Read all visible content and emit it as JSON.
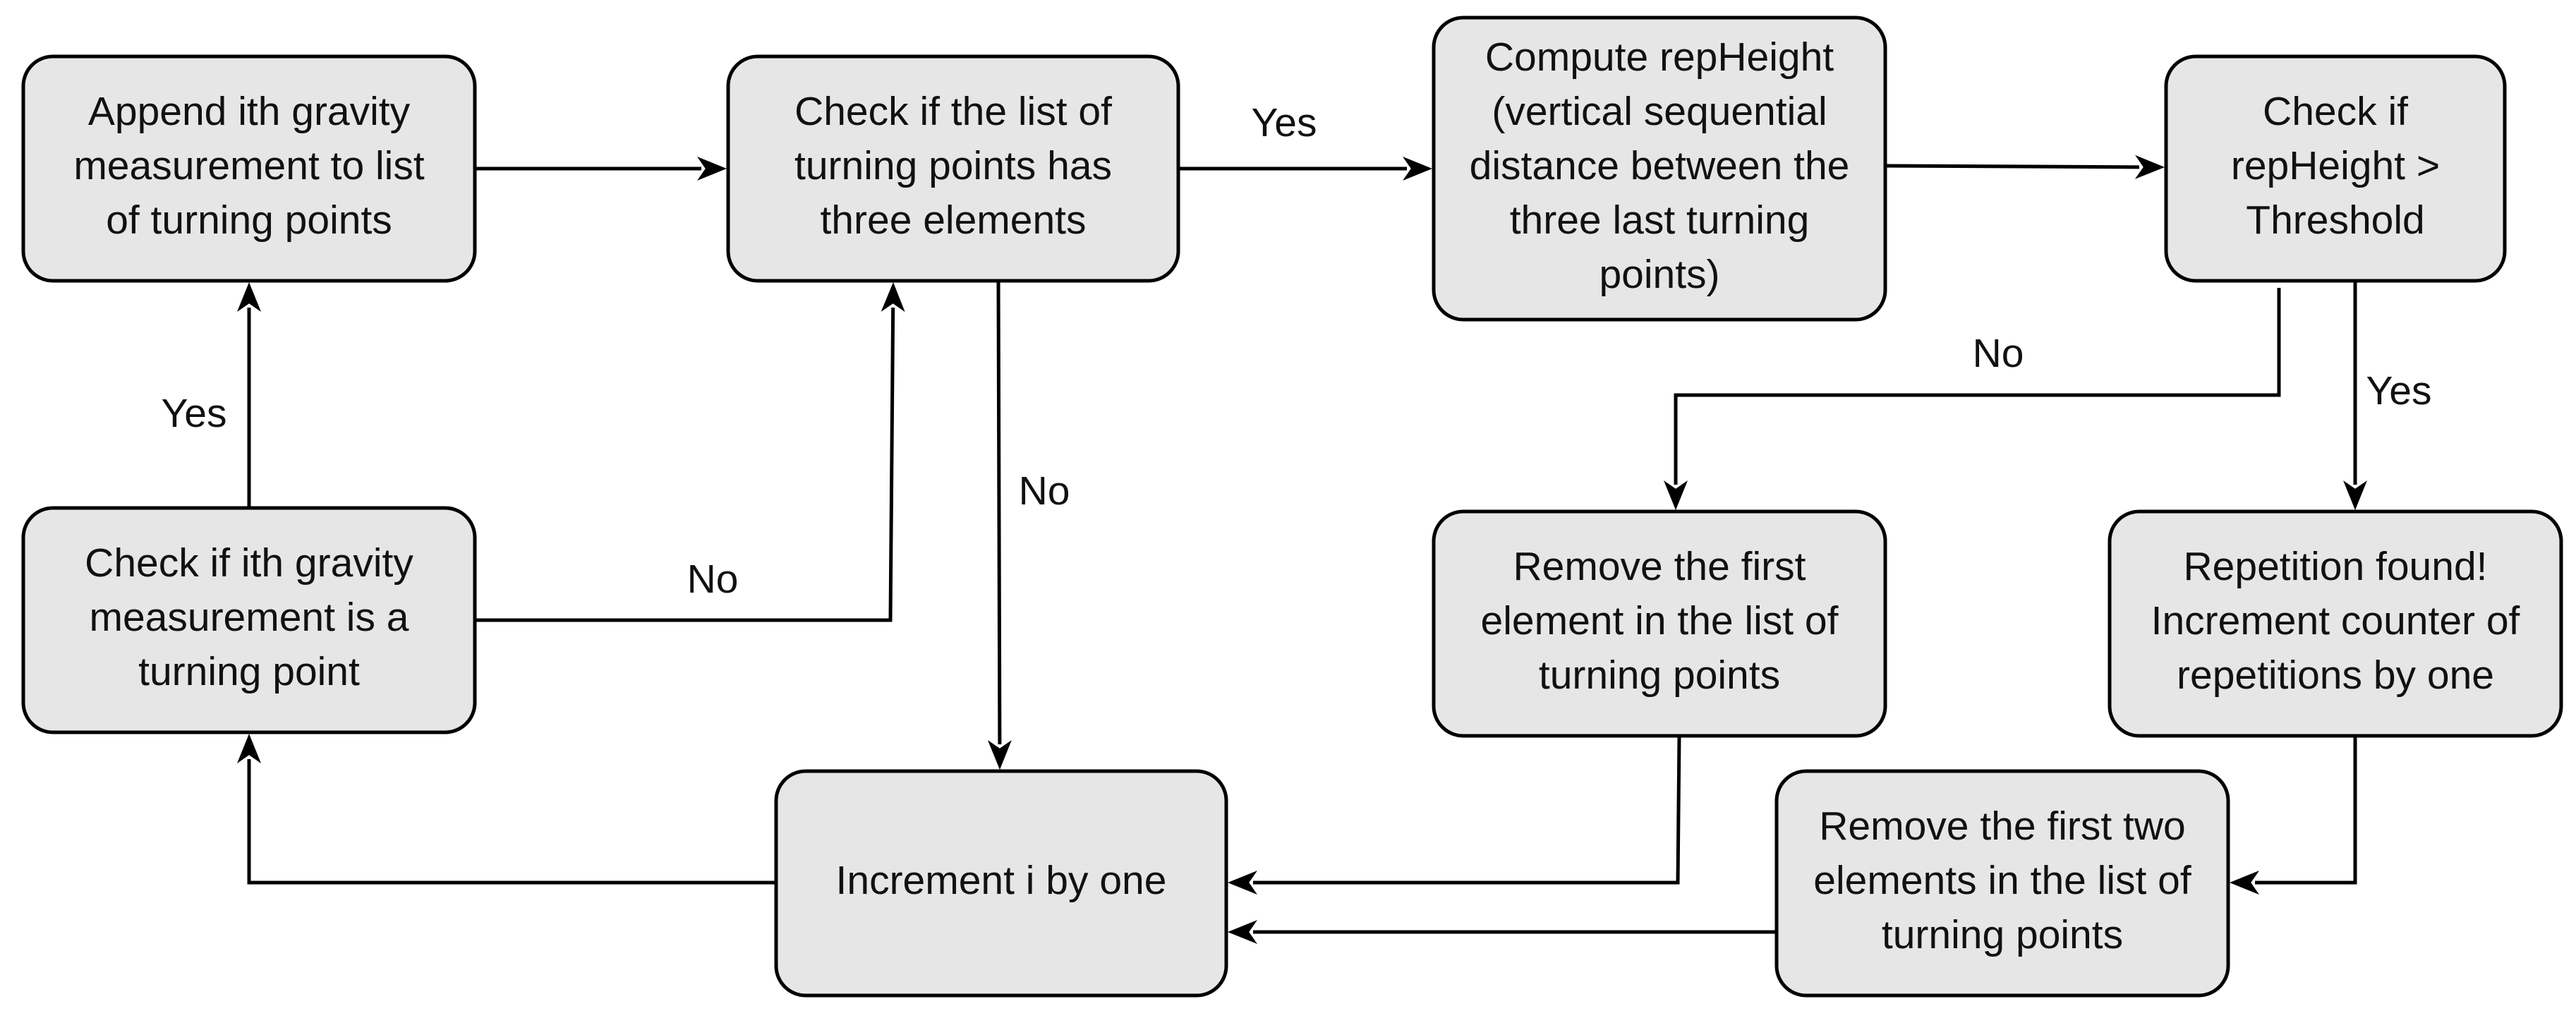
{
  "diagram": {
    "style": {
      "node_fill": "#e6e6e6",
      "node_stroke": "#000000",
      "edge_color": "#000000",
      "text_color": "#111111"
    },
    "nodes": [
      {
        "id": "append",
        "lines": [
          "Append ith gravity",
          "measurement to list",
          "of turning points"
        ]
      },
      {
        "id": "check-three",
        "lines": [
          "Check if the list of",
          "turning points has",
          "three elements"
        ]
      },
      {
        "id": "compute",
        "lines": [
          "Compute repHeight",
          "(vertical sequential",
          "distance between the",
          "three last turning",
          "points)"
        ]
      },
      {
        "id": "check-threshold",
        "lines": [
          "Check if",
          "repHeight >",
          "Threshold"
        ]
      },
      {
        "id": "check-turning",
        "lines": [
          "Check if ith gravity",
          "measurement is a",
          "turning point"
        ]
      },
      {
        "id": "remove-first",
        "lines": [
          "Remove the first",
          "element in the list of",
          "turning points"
        ]
      },
      {
        "id": "repetition",
        "lines": [
          "Repetition found!",
          "Increment counter of",
          "repetitions by one"
        ]
      },
      {
        "id": "increment",
        "lines": [
          "Increment i by one"
        ]
      },
      {
        "id": "remove-two",
        "lines": [
          "Remove the first two",
          "elements in the list of",
          "turning points"
        ]
      }
    ],
    "edges": [
      {
        "id": "append-to-check-three",
        "from": "append",
        "to": "check-three",
        "label": ""
      },
      {
        "id": "check-three-to-compute",
        "from": "check-three",
        "to": "compute",
        "label": "Yes"
      },
      {
        "id": "compute-to-check-threshold",
        "from": "compute",
        "to": "check-threshold",
        "label": ""
      },
      {
        "id": "check-turning-to-append",
        "from": "check-turning",
        "to": "append",
        "label": "Yes"
      },
      {
        "id": "check-turning-to-check-three",
        "from": "check-turning",
        "to": "check-three",
        "label": "No"
      },
      {
        "id": "check-three-to-increment",
        "from": "check-three",
        "to": "increment",
        "label": "No"
      },
      {
        "id": "check-threshold-to-remove-first",
        "from": "check-threshold",
        "to": "remove-first",
        "label": "No"
      },
      {
        "id": "check-threshold-to-repetition",
        "from": "check-threshold",
        "to": "repetition",
        "label": "Yes"
      },
      {
        "id": "remove-first-to-increment",
        "from": "remove-first",
        "to": "increment",
        "label": ""
      },
      {
        "id": "repetition-to-remove-two",
        "from": "repetition",
        "to": "remove-two",
        "label": ""
      },
      {
        "id": "remove-two-to-increment",
        "from": "remove-two",
        "to": "increment",
        "label": ""
      },
      {
        "id": "increment-to-check-turning",
        "from": "increment",
        "to": "check-turning",
        "label": ""
      }
    ]
  }
}
